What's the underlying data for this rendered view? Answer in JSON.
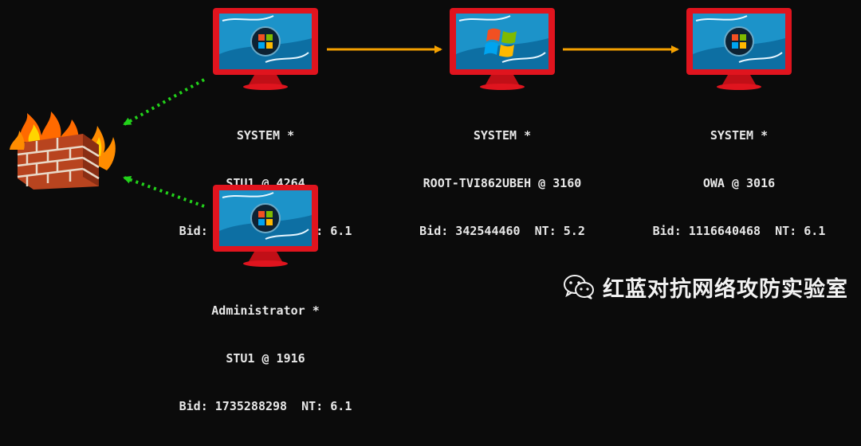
{
  "colors": {
    "background": "#0b0b0b",
    "session_arrow": "#f5a100",
    "pivot_arrow": "#22d11a",
    "monitor_frame": "#e0141e"
  },
  "icons": {
    "firewall": "burning-brick-wall-icon",
    "vista_host": "windows-vista-orb-icon",
    "xp_host": "windows-xp-flag-icon",
    "watermark": "wechat-icon"
  },
  "sessions": [
    {
      "user": "SYSTEM *",
      "host": "STU1 @ 4264",
      "info": "Bid: 1731926130  NT: 6.1",
      "os_icon": "vista"
    },
    {
      "user": "SYSTEM *",
      "host": "ROOT-TVI862UBEH @ 3160",
      "info": "Bid: 342544460  NT: 5.2",
      "os_icon": "xp"
    },
    {
      "user": "SYSTEM *",
      "host": "OWA @ 3016",
      "info": "Bid: 1116640468  NT: 6.1",
      "os_icon": "vista"
    },
    {
      "user": "Administrator *",
      "host": "STU1 @ 1916",
      "info": "Bid: 1735288298  NT: 6.1",
      "os_icon": "vista"
    }
  ],
  "watermark": {
    "text": "红蓝对抗网络攻防实验室"
  }
}
